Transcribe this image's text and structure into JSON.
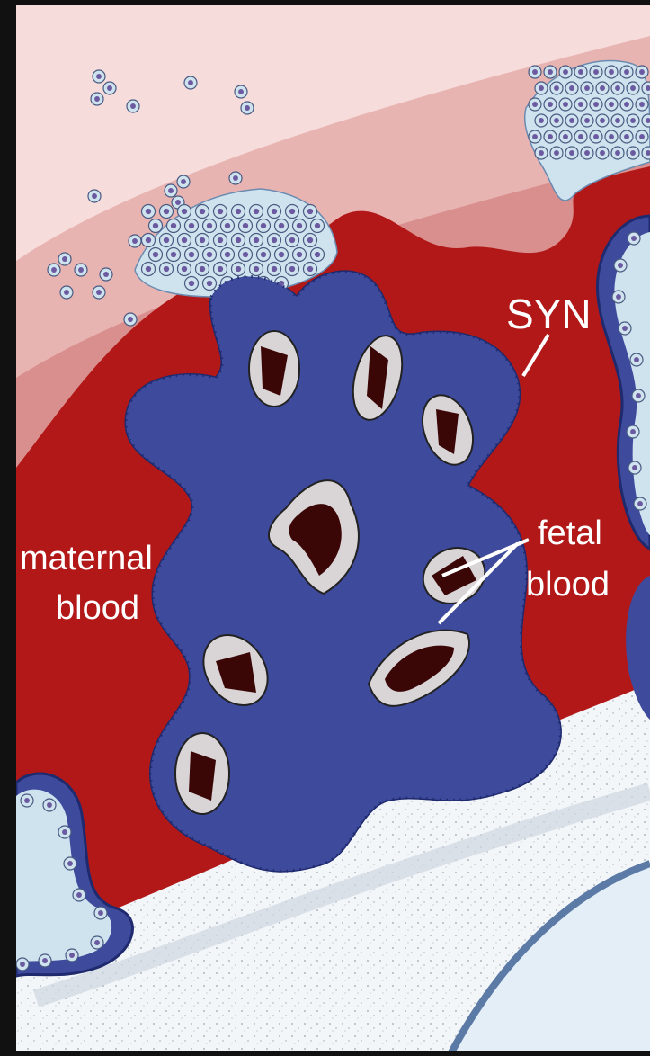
{
  "labels": {
    "syn": "SYN",
    "fetal_line1": "fetal",
    "fetal_line2": "blood",
    "maternal_line1": "maternal",
    "maternal_line2": "blood"
  },
  "colors": {
    "frame": "#111111",
    "decidua_light": "#f6dcdb",
    "decidua_mid": "#e8b4b2",
    "decidua_deep": "#d98f8d",
    "maternal_blood": "#b21818",
    "syncytium": "#3e4a9c",
    "syncytium_edge": "#1f2a6e",
    "trophoblast_cell": "#cfe3ef",
    "trophoblast_nucleus": "#6b5aa0",
    "stroma": "#f3f6f9",
    "stroma_dots": "#9aa4ad",
    "chorionic_plate": "#cfd7df",
    "amnion": "#5b7aa6",
    "fetal_vessel_wall": "#d9d4d6",
    "fetal_blood": "#3a0606",
    "label_text": "#ffffff"
  },
  "icons": [
    "trophoblast-cell-icon",
    "fetal-capillary-icon",
    "microvilli-icon"
  ]
}
